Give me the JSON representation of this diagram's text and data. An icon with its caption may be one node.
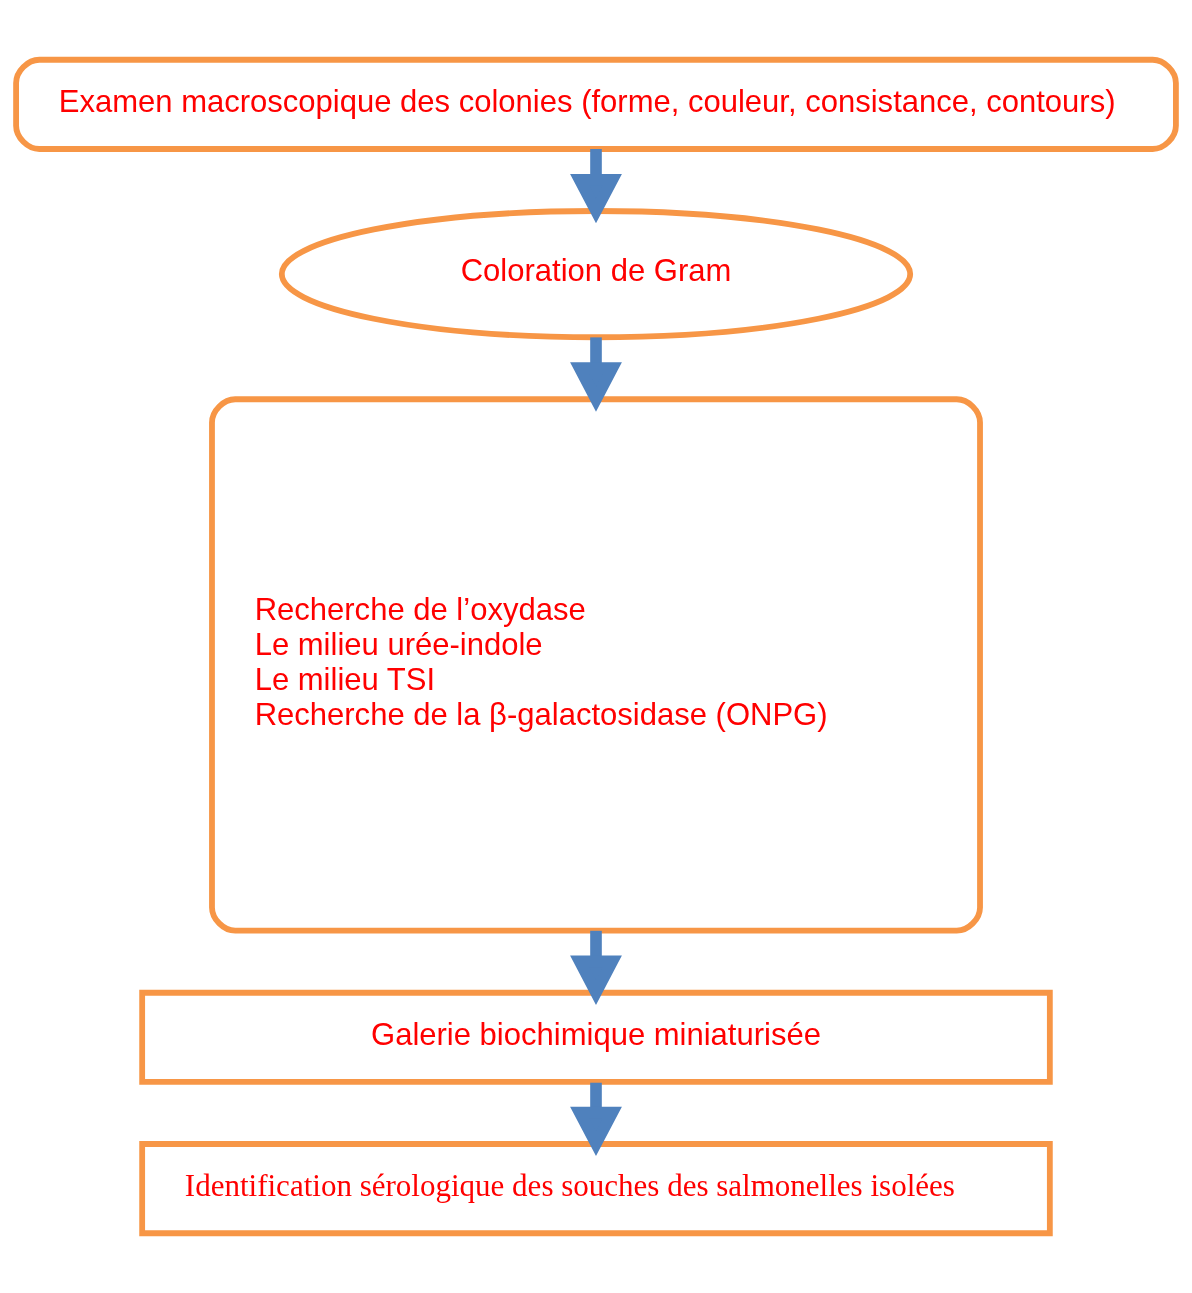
{
  "diagram": {
    "nodes": [
      {
        "text": [
          "Examen macroscopique des colonies (forme, couleur, consistance, contours)"
        ]
      },
      {
        "text": [
          "Coloration de Gram"
        ]
      },
      {
        "text": [
          "Recherche de l’oxydase",
          "Le milieu urée-indole",
          "Le milieu TSI",
          "Recherche de la β-galactosidase (ONPG)"
        ]
      },
      {
        "text": [
          "Galerie biochimique miniaturisée"
        ]
      },
      {
        "text": [
          "Identification sérologique des souches des salmonelles isolées"
        ]
      }
    ],
    "edges": [
      {
        "from": 0,
        "to": 1,
        "arrow": "to"
      },
      {
        "from": 1,
        "to": 2,
        "arrow": "to"
      },
      {
        "from": 2,
        "to": 3,
        "arrow": "to"
      },
      {
        "from": 3,
        "to": 4,
        "arrow": "to"
      }
    ]
  }
}
